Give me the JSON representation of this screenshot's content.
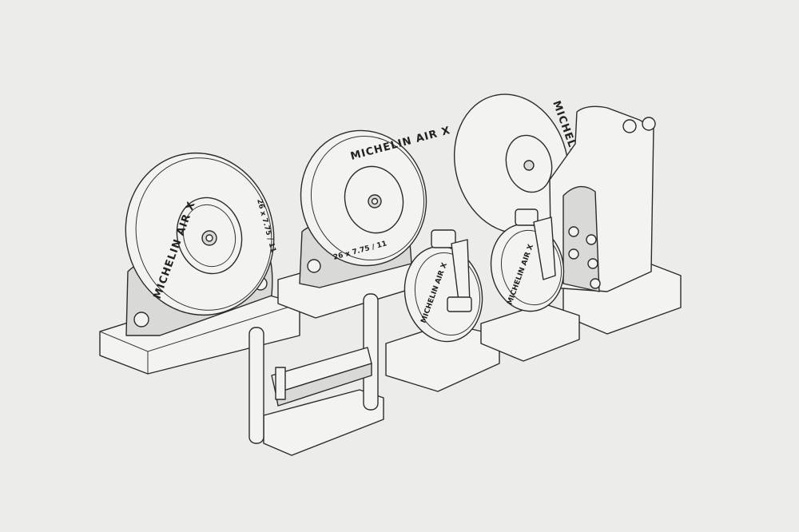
{
  "scene": {
    "subject": "landing-gear-wheel-set",
    "tire_brand": "MICHELIN AIR X",
    "tire_size": "26 x 7.75 / 11",
    "small_tire_brand": "MICHELIN AIR X",
    "colors": {
      "background": "#ecede9",
      "line": "#2b2b2b",
      "fill": "#f3f3f0",
      "shadow": "#d9dad6"
    }
  }
}
